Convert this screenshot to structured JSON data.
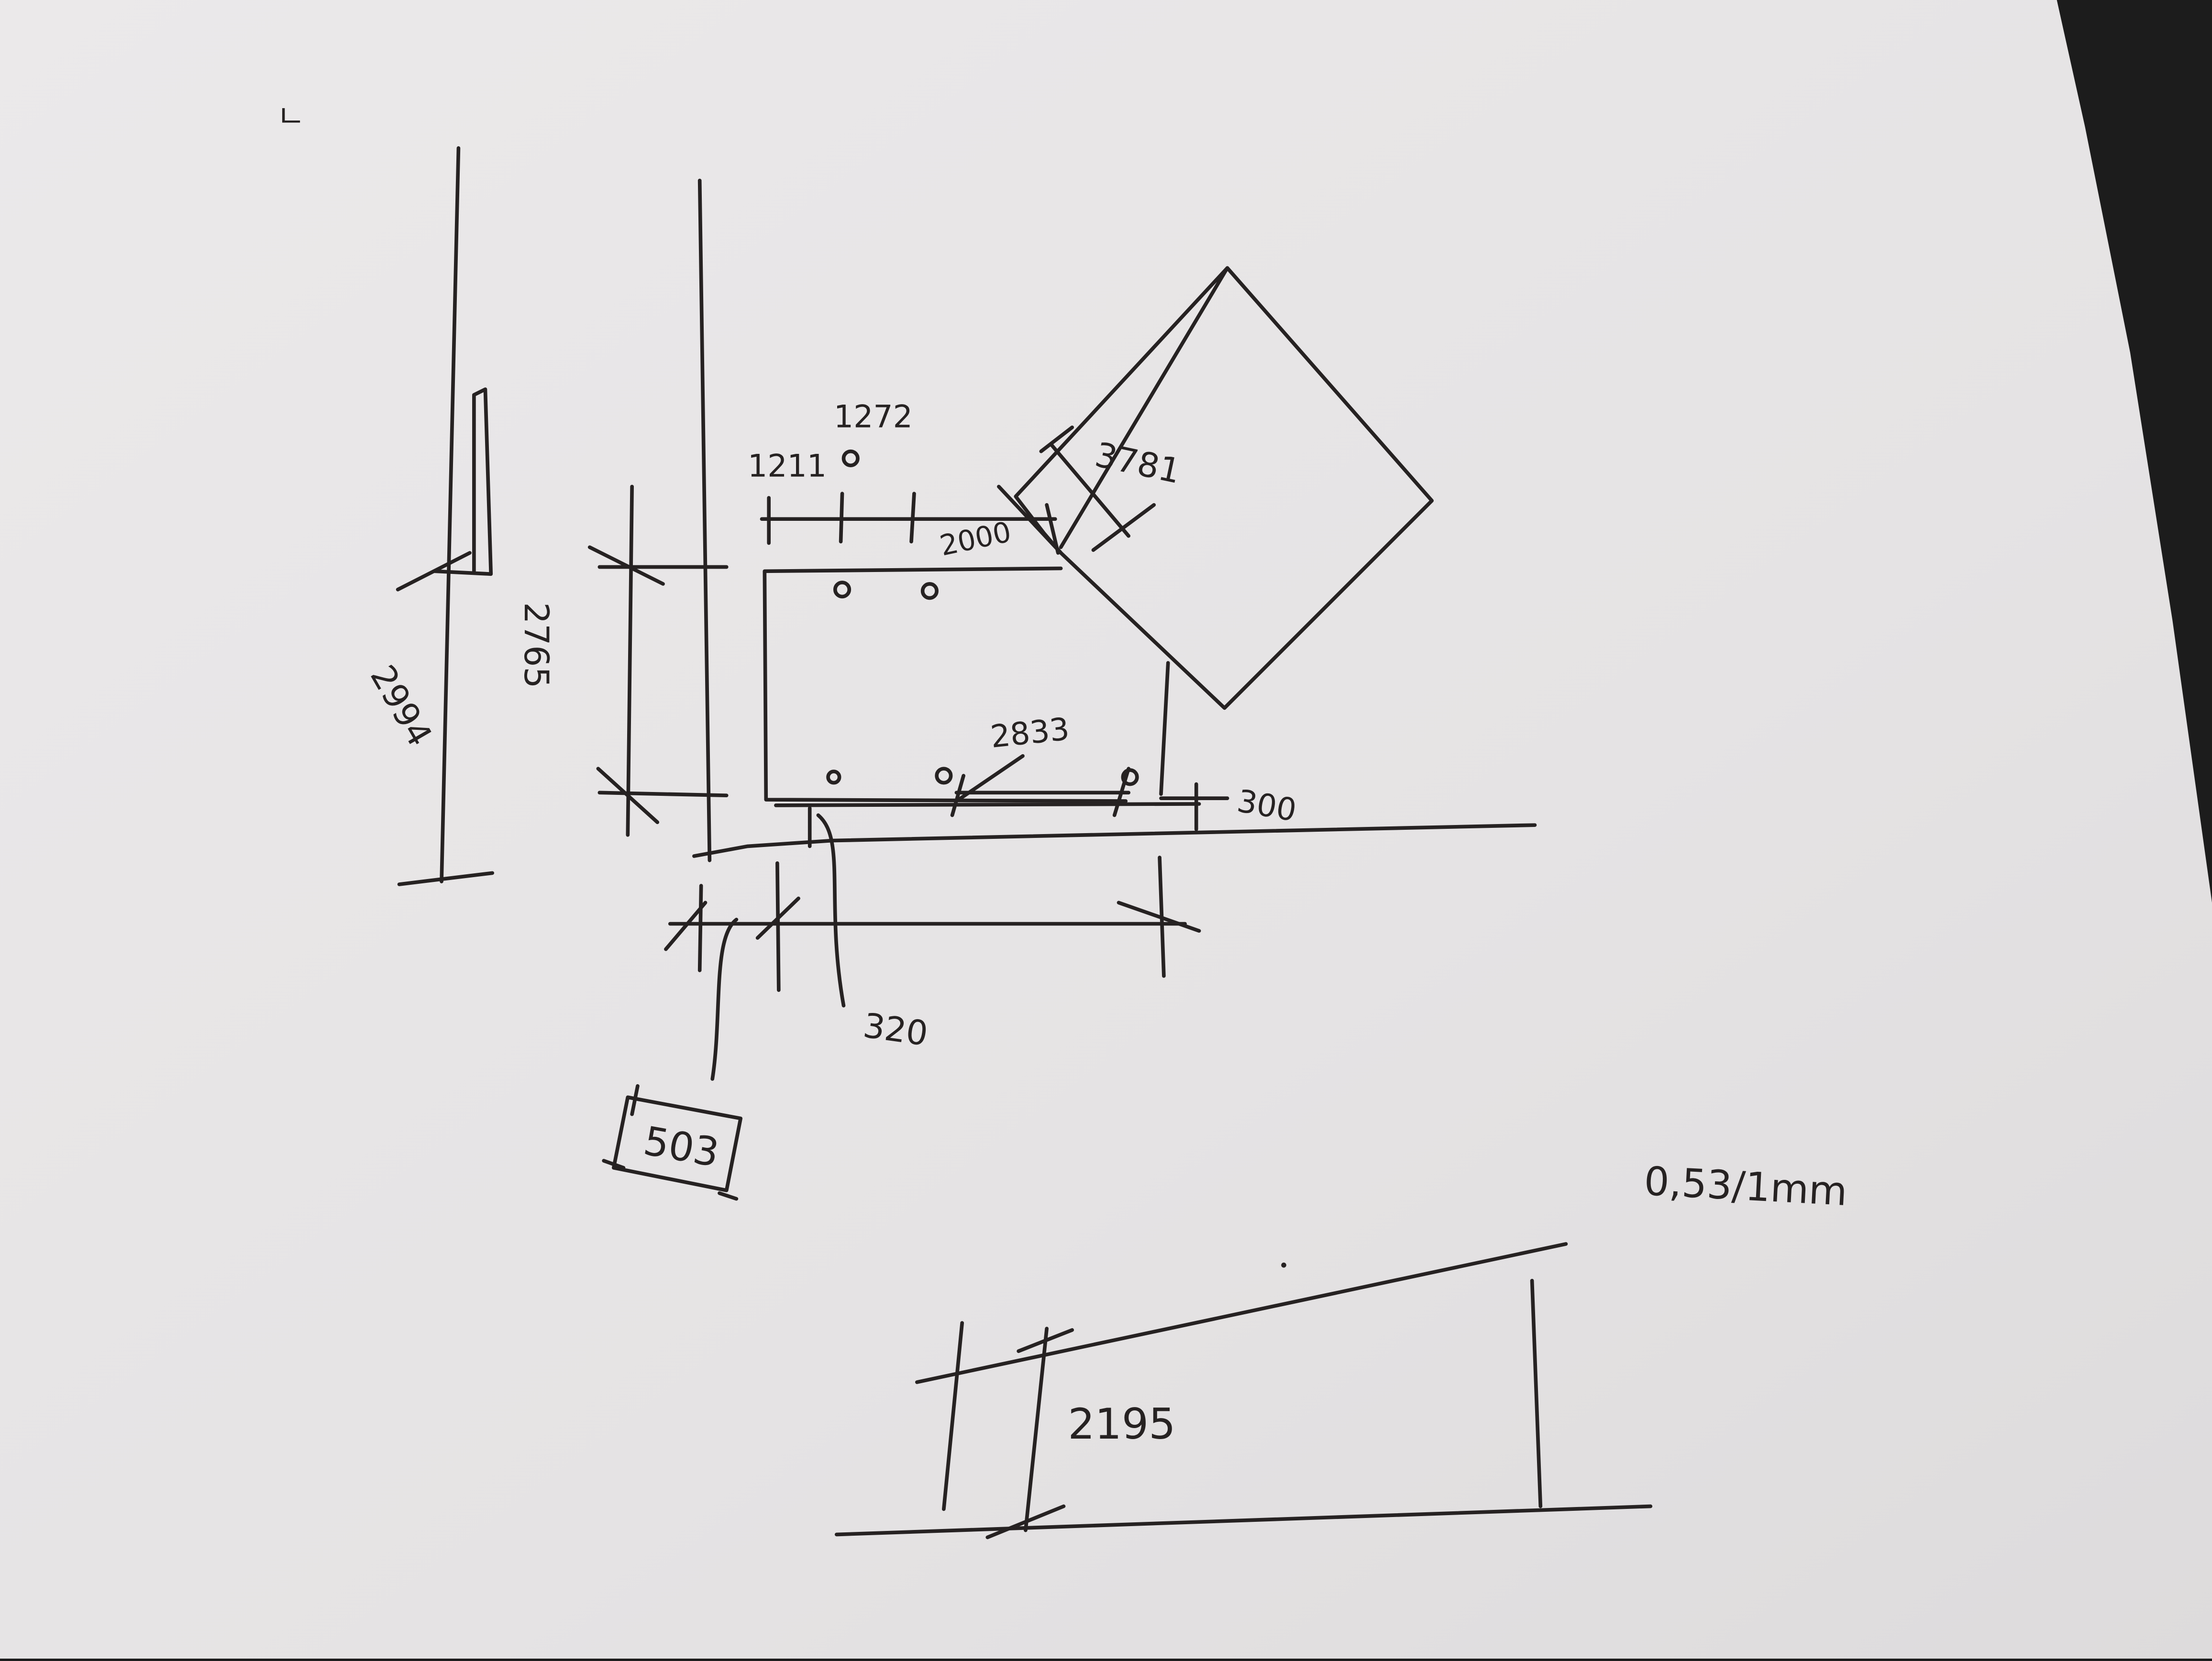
{
  "sketch": {
    "labels": {
      "corner_mark": "ㄴ",
      "dim_1211": "1211",
      "dim_1272": "1272",
      "dim_2000": "2000",
      "dim_3781": "3781",
      "dim_2765": "2765",
      "dim_2994": "2994",
      "dim_2833": "2833",
      "dim_300": "300",
      "dim_320": "320",
      "dim_503": "503",
      "scale_note": "0,53/1mm",
      "dim_2195": "2195"
    }
  },
  "colors": {
    "paper": "#e7e5e6",
    "ink": "#262222",
    "background": "#1c1c1c"
  }
}
